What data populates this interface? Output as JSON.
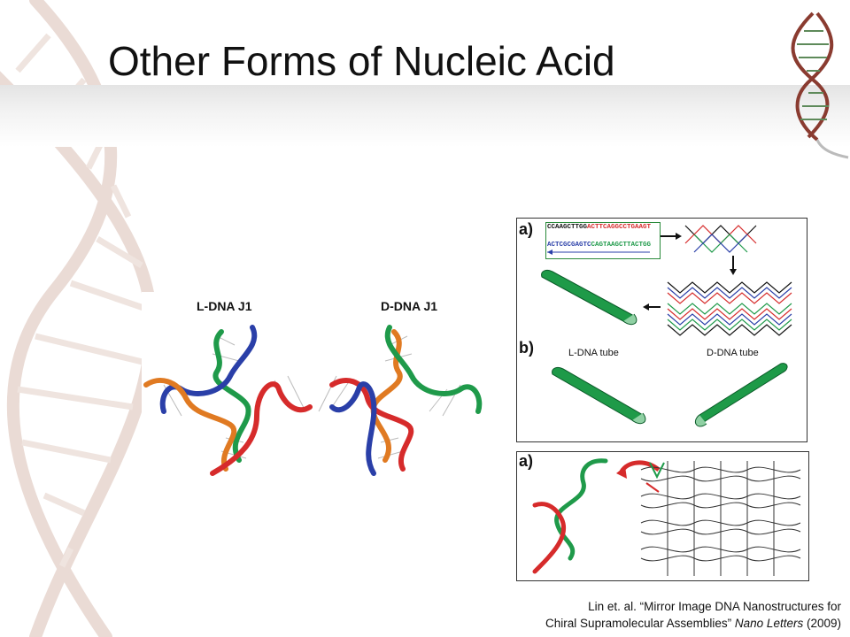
{
  "slide": {
    "title": "Other Forms of Nucleic Acid"
  },
  "left_figure": {
    "label_left": "L-DNA J1",
    "label_right": "D-DNA J1"
  },
  "panel_top": {
    "label_a": "a)",
    "label_b": "b)",
    "seq_top_black": "CCAAGCTTGG",
    "seq_top_red": "ACTTCAGGCCTGAAGT",
    "seq_bottom_blue": "ACTCGCGAGTC",
    "seq_bottom_green": "CAGTAAGCTTACTGG",
    "tube_left_label": "L-DNA tube",
    "tube_right_label": "D-DNA tube"
  },
  "panel_bottom": {
    "label_a": "a)"
  },
  "citation": {
    "line1": "Lin et. al. “Mirror Image DNA Nanostructures for",
    "line2_prefix": "Chiral Supramolecular Assemblies”",
    "journal": "Nano Letters",
    "year": "(2009)"
  },
  "colors": {
    "strand_red": "#d62b2b",
    "strand_blue": "#2a3fa8",
    "strand_green": "#1f9a4a",
    "strand_orange": "#e07a22",
    "tube_green": "#1e9a48",
    "faded_helix": "#e8d8d2"
  }
}
